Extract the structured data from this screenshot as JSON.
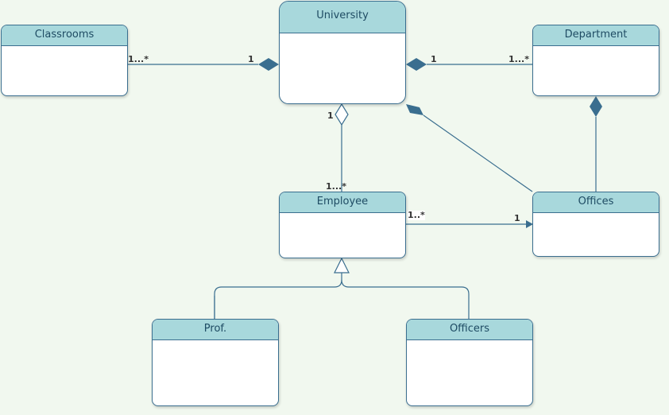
{
  "classes": {
    "university": "University",
    "classrooms": "Classrooms",
    "department": "Department",
    "employee": "Employee",
    "offices": "Offices",
    "prof": "Prof.",
    "officers": "Officers"
  },
  "multiplicities": {
    "classrooms_univ_many": "1...*",
    "classrooms_univ_one": "1",
    "univ_dept_one": "1",
    "univ_dept_many": "1...*",
    "univ_emp_one": "1",
    "univ_emp_many": "1...*",
    "emp_offices_many": "1..*",
    "emp_offices_one": "1"
  },
  "colors": {
    "line": "#3a6e8f",
    "header": "#a8d8dc",
    "background": "#f1f8ef"
  }
}
